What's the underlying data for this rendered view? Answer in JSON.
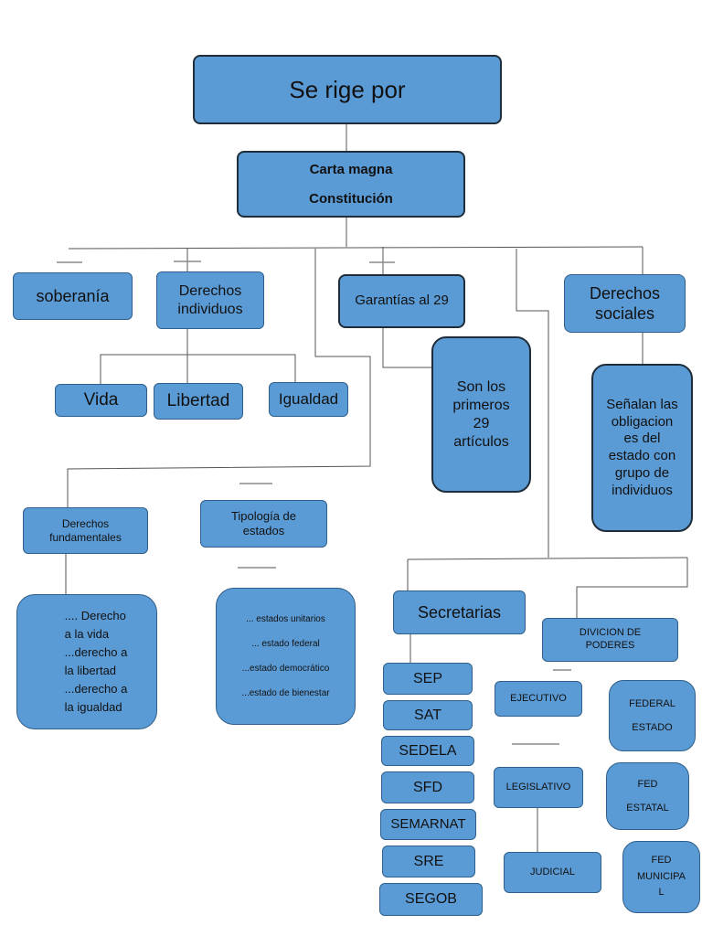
{
  "root": "Se rige por",
  "carta": {
    "line1": "Carta magna",
    "line2": "Constitución"
  },
  "soberania": "soberanía",
  "derechos_individuos": "Derechos\nindividuos",
  "vida": "Vida",
  "libertad": "Libertad",
  "igualdad": "Igualdad",
  "garantias": "Garantías al 29",
  "son_primeros": "Son los\nprimeros\n29\nartículos",
  "derechos_sociales": "Derechos\nsociales",
  "senalan": "Señalan las\nobligacion\nes del\nestado con\ngrupo de\nindividuos",
  "derechos_fundamentales": "Derechos\nfundamentales",
  "df_list": ".... Derecho\na la vida\n...derecho a\nla libertad\n...derecho a\nla igualdad",
  "tipologia": "Tipología de\nestados",
  "tipologia_list": {
    "item1": "... estados unitarios",
    "item2": "... estado federal",
    "item3": "...estado democrático",
    "item4": "...estado de bienestar"
  },
  "secretarias": "Secretarias",
  "secretarias_list": [
    "SEP",
    "SAT",
    "SEDELA",
    "SFD",
    "SEMARNAT",
    "SRE",
    "SEGOB"
  ],
  "division": "DIVICION DE\nPODERES",
  "ejecutivo": "EJECUTIVO",
  "legislativo": "LEGISLATIVO",
  "judicial": "JUDICIAL",
  "federal": {
    "line1": "FEDERAL",
    "line2": "ESTADO"
  },
  "fed_estatal": {
    "line1": "FED",
    "line2": "ESTATAL"
  },
  "fed_municipal": "FED\nMUNICIPA\nL"
}
